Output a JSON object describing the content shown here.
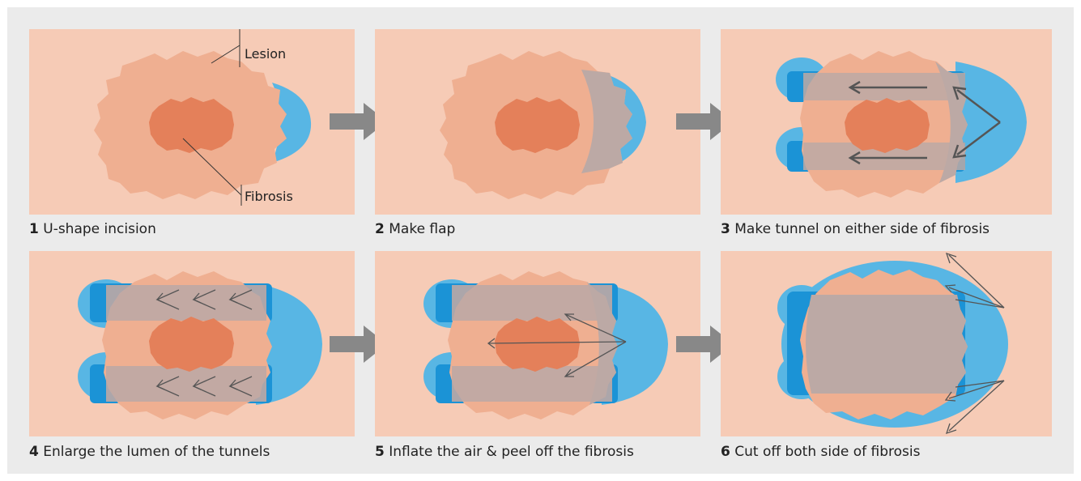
{
  "labels": {
    "lesion": "Lesion",
    "fibrosis": "Fibrosis"
  },
  "steps": [
    {
      "num": "1",
      "text": "U-shape incision"
    },
    {
      "num": "2",
      "text": "Make flap"
    },
    {
      "num": "3",
      "text": "Make tunnel on either side of fibrosis"
    },
    {
      "num": "4",
      "text": "Enlarge the lumen of the tunnels"
    },
    {
      "num": "5",
      "text": "Inflate the air & peel off the fibrosis"
    },
    {
      "num": "6",
      "text": "Cut off both side of fibrosis"
    }
  ],
  "colors": {
    "background": "#ebebeb",
    "panel": "#f6cbb6",
    "lesion": "#efaf91",
    "fibrosis": "#e4805a",
    "submucosa_light": "#58b6e4",
    "submucosa_dark": "#1b93d6",
    "flap": "#bca9a5",
    "arrow": "#888888"
  }
}
